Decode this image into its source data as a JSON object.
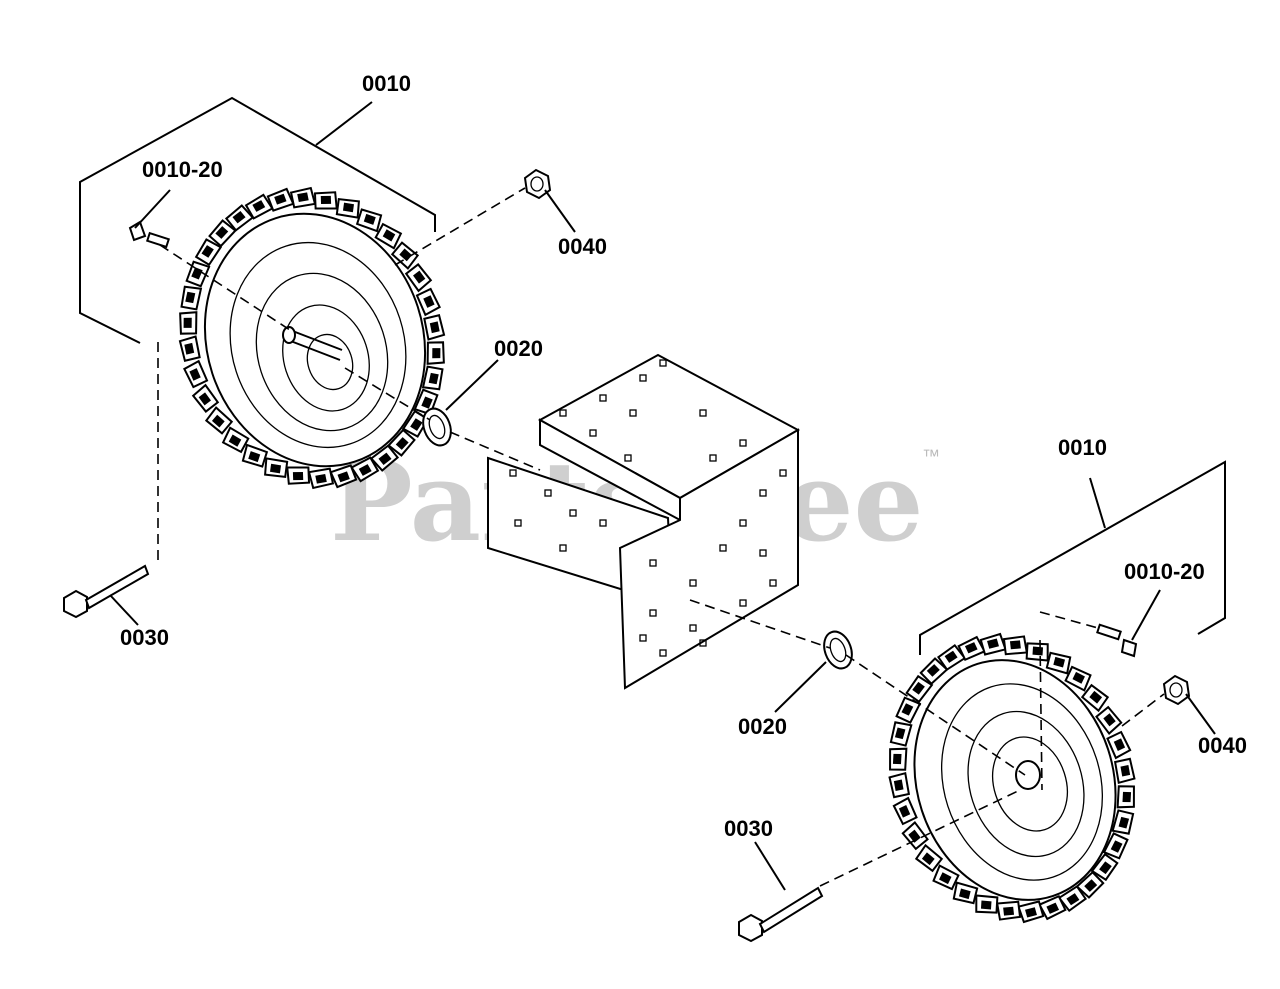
{
  "watermark": {
    "text": "PartsTree",
    "trademark": "™"
  },
  "callouts": {
    "left_wheel_assembly": "0010",
    "left_valve_stem": "0010-20",
    "left_nut": "0040",
    "left_bearing": "0020",
    "left_bolt": "0030",
    "right_wheel_assembly": "0010",
    "right_valve_stem": "0010-20",
    "right_bearing": "0020",
    "right_nut": "0040",
    "right_bolt": "0030"
  }
}
